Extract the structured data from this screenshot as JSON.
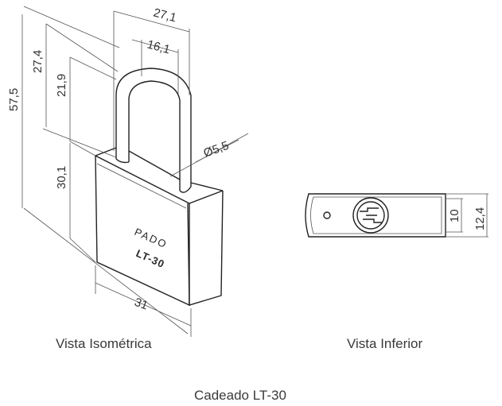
{
  "captions": {
    "isometric": "Vista Isométrica",
    "inferior": "Vista Inferior",
    "title": "Cadeado LT-30"
  },
  "product": {
    "brand": "PADO",
    "model": "LT-30"
  },
  "dimensions": {
    "d_57_5": "57,5",
    "d_27_4": "27,4",
    "d_21_9": "21,9",
    "d_30_1": "30,1",
    "d_27_1": "27,1",
    "d_16_1": "16,1",
    "d_5_5": "Ø5,5",
    "d_31": "31",
    "d_10": "10",
    "d_12_4": "12,4"
  },
  "colors": {
    "line": "#222222",
    "text": "#333333"
  }
}
